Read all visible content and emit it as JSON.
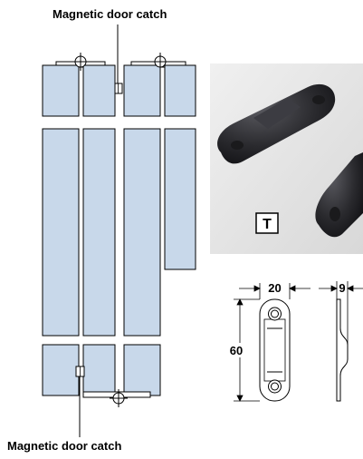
{
  "labels": {
    "top": "Magnetic door catch",
    "bottom": "Magnetic door catch"
  },
  "badge": "T",
  "dimensions": {
    "width": "20",
    "height": "60",
    "depth": "9"
  },
  "colors": {
    "panel": "#c8d8ea",
    "outline": "#000000",
    "part": "#2a2a2e"
  }
}
